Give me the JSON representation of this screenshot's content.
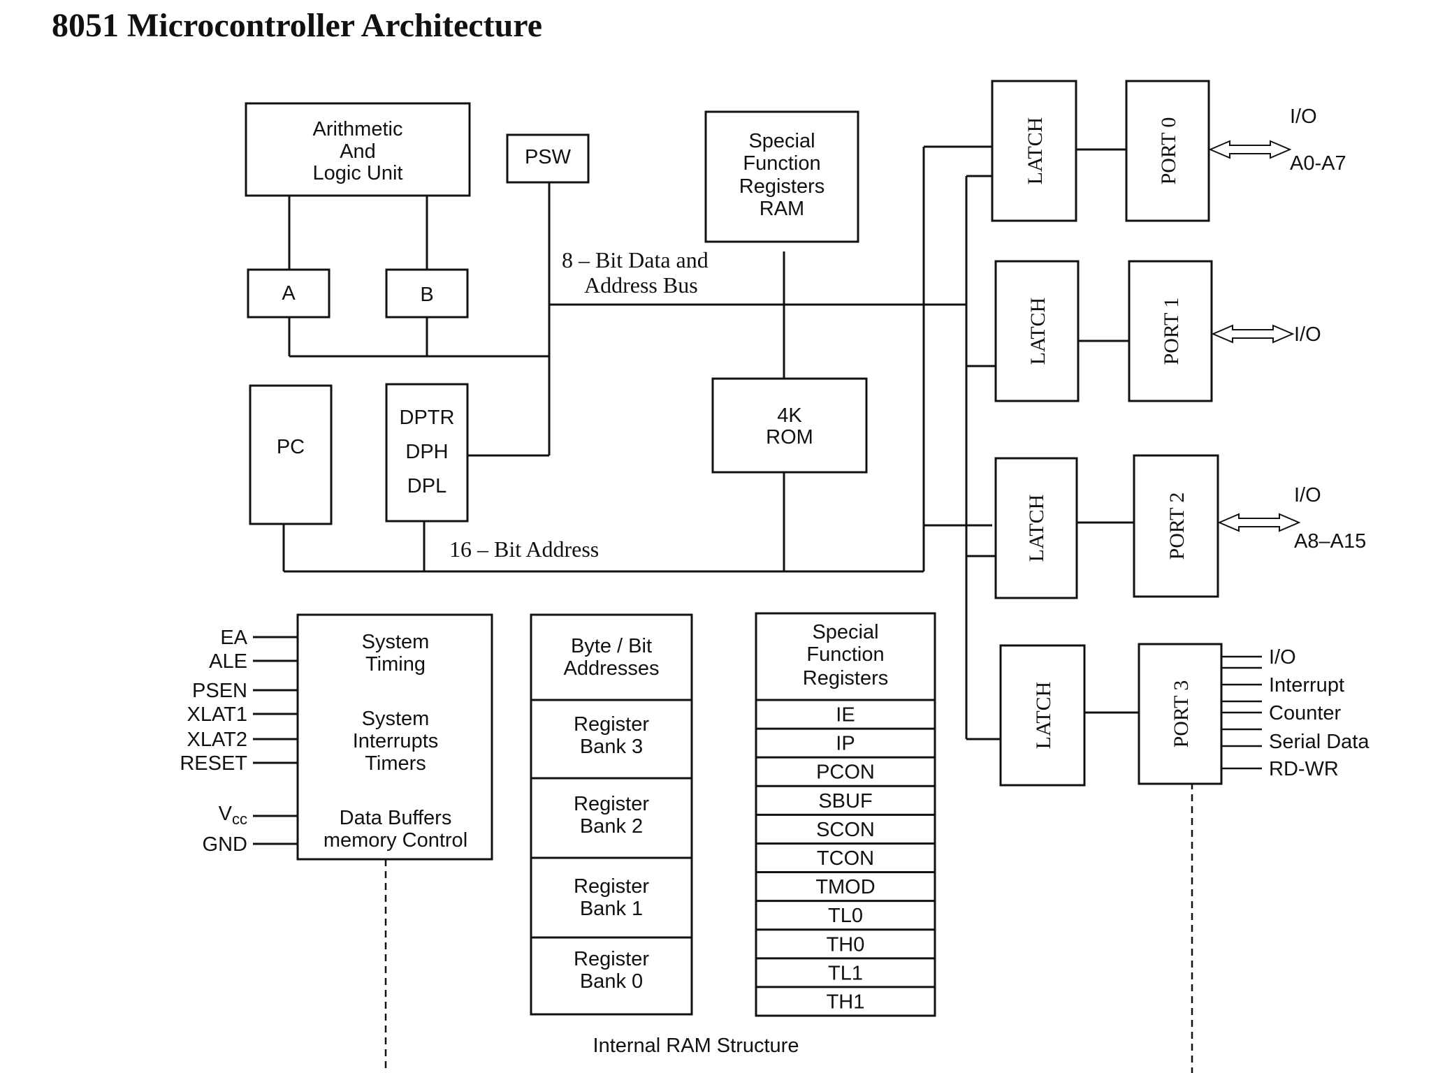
{
  "title": "8051 Microcontroller Architecture",
  "alu": [
    "Arithmetic",
    "And",
    "Logic Unit"
  ],
  "registers": {
    "psw": "PSW",
    "a": "A",
    "b": "B",
    "pc": "PC",
    "dptr": [
      "DPTR",
      "DPH",
      "DPL"
    ]
  },
  "sfr_ram": [
    "Special",
    "Function",
    "Registers",
    "RAM"
  ],
  "rom": [
    "4K",
    "ROM"
  ],
  "data_bus_label": [
    "8 – Bit Data and",
    "Address Bus"
  ],
  "address_label": "16 – Bit Address",
  "latch_label": "LATCH",
  "ports": [
    {
      "name": "PORT 0",
      "io": [
        "I/O",
        "A0-A7"
      ]
    },
    {
      "name": "PORT 1",
      "io": [
        "I/O"
      ]
    },
    {
      "name": "PORT 2",
      "io": [
        "I/O",
        "A8–A15"
      ]
    },
    {
      "name": "PORT 3",
      "io": [
        "I/O",
        "Interrupt",
        "Counter",
        "Serial Data",
        "RD-WR"
      ]
    }
  ],
  "control_pins": [
    "EA",
    "ALE",
    "PSEN",
    "XLAT1",
    "XLAT2",
    "RESET"
  ],
  "power_pins": {
    "vcc": "V",
    "vcc_sub": "cc",
    "gnd": "GND"
  },
  "system_block": [
    "System",
    "Timing",
    "System",
    "Interrupts",
    "Timers",
    "Data Buffers",
    "memory Control"
  ],
  "byte_bit_block": [
    "Byte / Bit",
    "Addresses"
  ],
  "register_banks": [
    [
      "Register",
      "Bank 3"
    ],
    [
      "Register",
      "Bank 2"
    ],
    [
      "Register",
      "Bank 1"
    ],
    [
      "Register",
      "Bank 0"
    ]
  ],
  "sfr_header": [
    "Special",
    "Function",
    "Registers"
  ],
  "sfr_list": [
    "IE",
    "IP",
    "PCON",
    "SBUF",
    "SCON",
    "TCON",
    "TMOD",
    "TL0",
    "TH0",
    "TL1",
    "TH1"
  ],
  "internal_ram_label": "Internal RAM Structure"
}
